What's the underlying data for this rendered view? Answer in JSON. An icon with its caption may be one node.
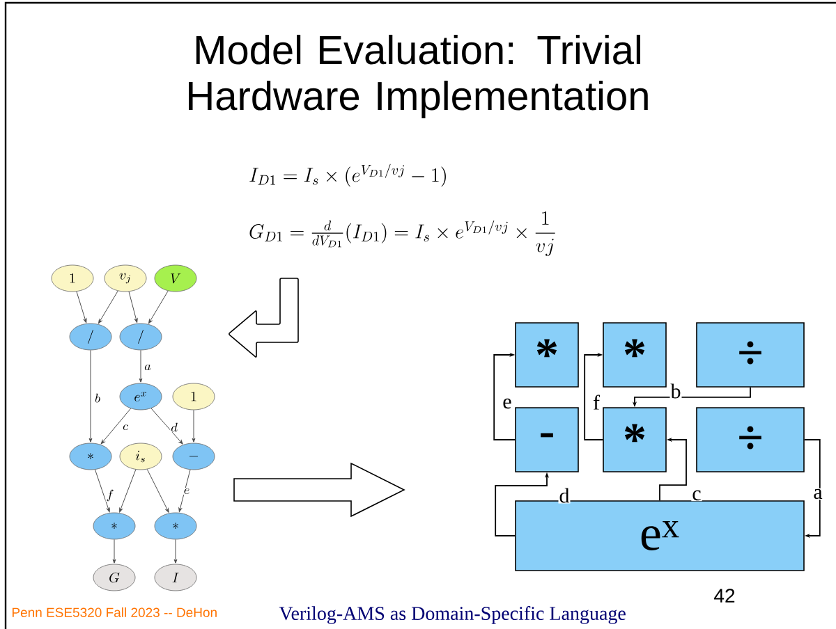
{
  "diagram": {
    "title": "Model Evaluation: Trivial Hardware Implementation",
    "nodes": [
      {
        "text": [
          "1"
        ]
      },
      {
        "text": [
          "v_j"
        ]
      },
      {
        "text": [
          "V"
        ]
      },
      {
        "text": [
          "/"
        ]
      },
      {
        "text": [
          "/"
        ]
      },
      {
        "text": [
          "e^x"
        ]
      },
      {
        "text": [
          "1"
        ]
      },
      {
        "text": [
          "*"
        ]
      },
      {
        "text": [
          "i_s"
        ]
      },
      {
        "text": [
          "-"
        ]
      },
      {
        "text": [
          "*"
        ]
      },
      {
        "text": [
          "*"
        ]
      },
      {
        "text": [
          "G"
        ]
      },
      {
        "text": [
          "I"
        ]
      },
      {
        "text": [
          "*"
        ]
      },
      {
        "text": [
          "*"
        ]
      },
      {
        "text": [
          "÷"
        ]
      },
      {
        "text": [
          "-"
        ]
      },
      {
        "text": [
          "*"
        ]
      },
      {
        "text": [
          "÷"
        ]
      },
      {
        "text": [
          "e$^{x}$"
        ]
      }
    ],
    "edges": [
      {
        "from": 0,
        "to": 3,
        "arrow": "to"
      },
      {
        "from": 1,
        "to": 3,
        "arrow": "to"
      },
      {
        "from": 1,
        "to": 4,
        "arrow": "to"
      },
      {
        "from": 2,
        "to": 4,
        "arrow": "to"
      },
      {
        "from": 4,
        "to": 5,
        "arrow": "to",
        "label": "a"
      },
      {
        "from": 3,
        "to": 7,
        "arrow": "to",
        "label": "b"
      },
      {
        "from": 5,
        "to": 7,
        "arrow": "to",
        "label": "c"
      },
      {
        "from": 5,
        "to": 9,
        "arrow": "to",
        "label": "d"
      },
      {
        "from": 6,
        "to": 9,
        "arrow": "to"
      },
      {
        "from": 7,
        "to": 10,
        "arrow": "to",
        "label": "f"
      },
      {
        "from": 8,
        "to": 10,
        "arrow": "to"
      },
      {
        "from": 8,
        "to": 11,
        "arrow": "to"
      },
      {
        "from": 9,
        "to": 11,
        "arrow": "to",
        "label": "e"
      },
      {
        "from": 10,
        "to": 12,
        "arrow": "to"
      },
      {
        "from": 11,
        "to": 13,
        "arrow": "to"
      },
      {
        "from": 17,
        "to": 14,
        "arrow": "to",
        "label": "e"
      },
      {
        "from": 18,
        "to": 15,
        "arrow": "to",
        "label": "f"
      },
      {
        "from": 16,
        "to": 18,
        "arrow": "to",
        "label": "b"
      },
      {
        "from": 20,
        "to": 18,
        "arrow": "to",
        "label": "c"
      },
      {
        "from": 20,
        "to": 17,
        "arrow": "to",
        "label": "d"
      },
      {
        "from": 19,
        "to": 20,
        "arrow": "to",
        "label": "a"
      }
    ],
    "labels": [
      "I_{D1} = I_s \\times (e^{V_{D1}/vj} - 1)",
      "G_{D1} = \\tfrac{d}{dV_{D1}}(I_{D1}) = I_s \\times e^{V_{D1}/vj} \\times \\dfrac{1}{vj}",
      "42",
      "Penn ESE5320 Fall 2023 -- DeHon",
      "Verilog-AMS as Domain-Specific Language"
    ]
  }
}
